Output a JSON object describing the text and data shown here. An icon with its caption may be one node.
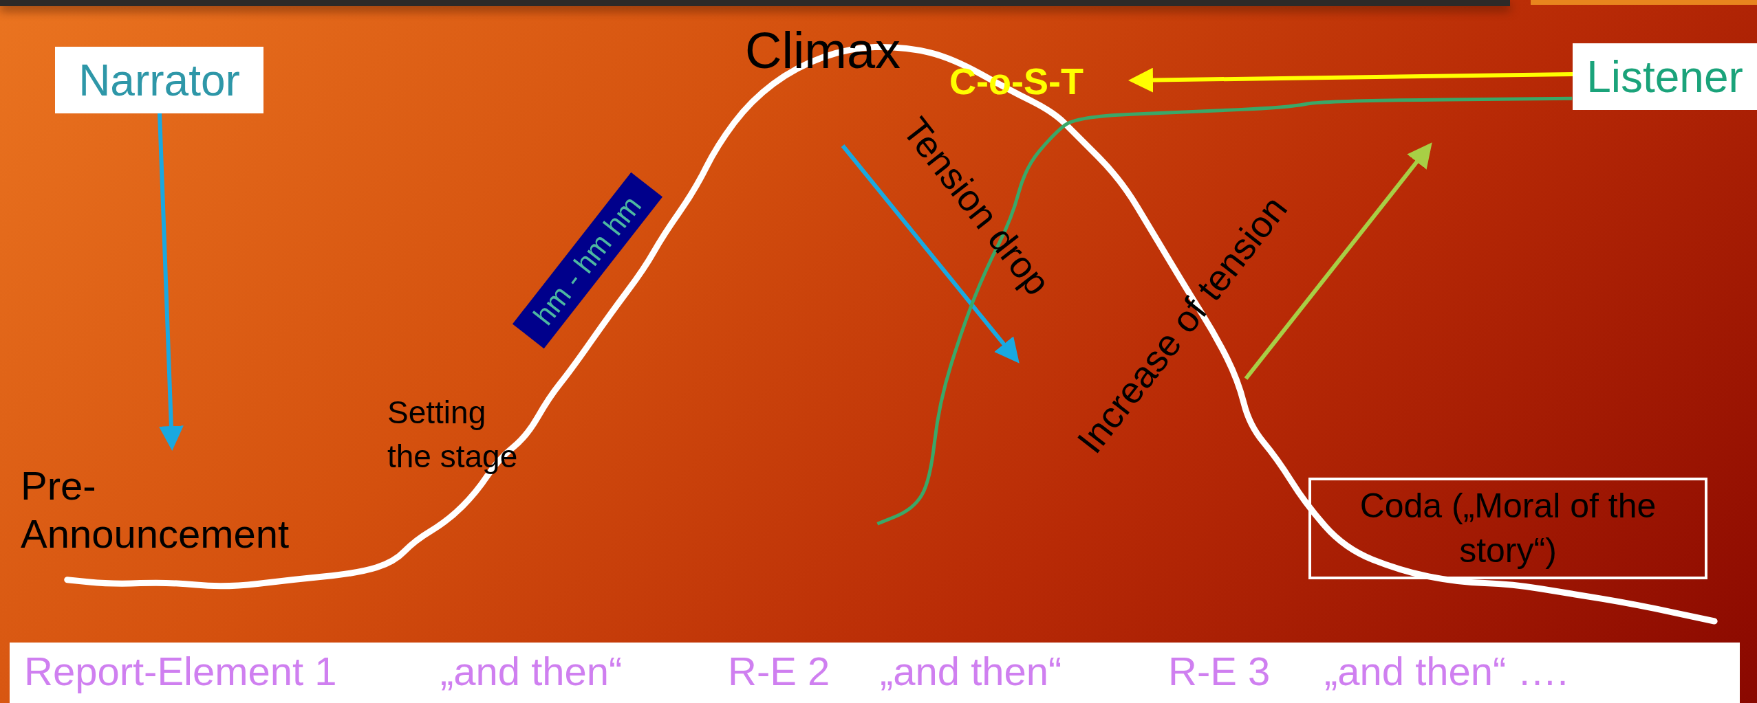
{
  "diagram": {
    "nodes": [
      {
        "text": [
          "Narrator"
        ]
      },
      {
        "text": [
          "Pre-Announcement"
        ]
      },
      {
        "text": [
          "hm - hm hm"
        ]
      },
      {
        "text": [
          "Listener"
        ]
      },
      {
        "text": [
          "C-o-S-T"
        ]
      },
      {
        "text": [
          "Coda („Moral of the story“)"
        ]
      },
      {
        "text": [
          "Report-Element 1",
          "„and then“",
          "R-E 2",
          "„and then“",
          "R-E 3",
          "„and then“ …."
        ]
      }
    ],
    "edges": [
      {
        "from": 0,
        "to": 1,
        "arrow": "to",
        "color": "#1aa8e0"
      },
      {
        "from": 3,
        "to": 4,
        "arrow": "to",
        "color": "#ffff00"
      },
      {
        "from": 3,
        "to": null,
        "arrow": "none",
        "color": "#3aa868"
      }
    ],
    "labels": [
      "Climax",
      "Setting the stage",
      "Tension drop",
      "Increase of tension"
    ]
  }
}
